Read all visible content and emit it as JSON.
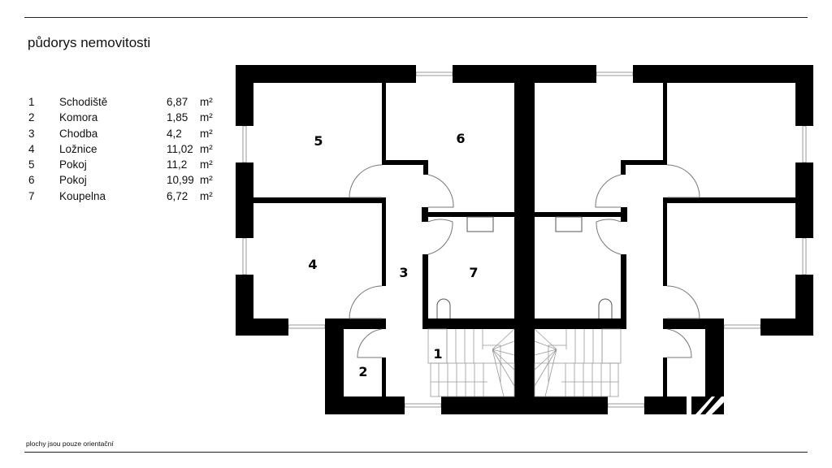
{
  "title": "půdorys nemovitosti",
  "footnote": "plochy jsou pouze orientační",
  "legend": [
    {
      "num": "1",
      "name": "Schodiště",
      "area": "6,87",
      "unit": "m²"
    },
    {
      "num": "2",
      "name": "Komora",
      "area": "1,85",
      "unit": "m²"
    },
    {
      "num": "3",
      "name": "Chodba",
      "area": "4,2",
      "unit": "m²"
    },
    {
      "num": "4",
      "name": "Ložnice",
      "area": "11,02",
      "unit": "m²"
    },
    {
      "num": "5",
      "name": "Pokoj",
      "area": "11,2",
      "unit": "m²"
    },
    {
      "num": "6",
      "name": "Pokoj",
      "area": "10,99",
      "unit": "m²"
    },
    {
      "num": "7",
      "name": "Koupelna",
      "area": "6,72",
      "unit": "m²"
    }
  ],
  "plan_labels": {
    "r1": "1",
    "r2": "2",
    "r3": "3",
    "r4": "4",
    "r5": "5",
    "r6": "6",
    "r7": "7"
  },
  "colors": {
    "wall": "#000000",
    "window": "#bdbdbd",
    "line": "#888888"
  }
}
